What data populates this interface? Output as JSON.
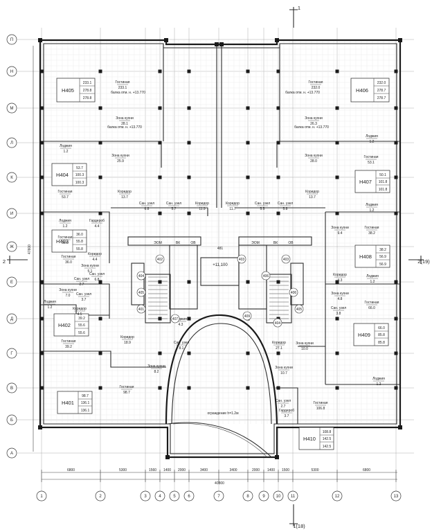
{
  "axes": {
    "numbers": [
      "1",
      "2",
      "3",
      "4",
      "5",
      "6",
      "7",
      "8",
      "9",
      "10",
      "11",
      "12",
      "13"
    ],
    "letters": [
      "П",
      "Н",
      "М",
      "Л",
      "К",
      "И",
      "Ж",
      "Е",
      "Д",
      "Г",
      "В",
      "Б",
      "А"
    ]
  },
  "dimensions": {
    "segments": [
      "6800",
      "5300",
      "1560",
      "1400",
      "2000",
      "3400",
      "3400",
      "2000",
      "1400",
      "1500",
      "5300",
      "6800"
    ],
    "total": "40800",
    "vertical_total": "47600"
  },
  "section_marks": {
    "top": "1",
    "bottom": "1(18)",
    "left": "2",
    "right": "2(19)"
  },
  "level_mark": "+11,100",
  "apartments": [
    {
      "id": "Н405",
      "a": "233.1",
      "b": "278.8",
      "c": "278.8"
    },
    {
      "id": "Н406",
      "a": "232.0",
      "b": "278.7",
      "c": "278.7"
    },
    {
      "id": "Н404",
      "a": "53.7",
      "b": "100.3",
      "c": "100.3"
    },
    {
      "id": "Н407",
      "a": "50.1",
      "b": "101.8",
      "c": "101.8"
    },
    {
      "id": "Н403",
      "a": "36.0",
      "b": "55.8",
      "c": "55.8"
    },
    {
      "id": "Н408",
      "a": "38.2",
      "b": "56.9",
      "c": "56.9"
    },
    {
      "id": "Н402",
      "a": "39.2",
      "b": "55.6",
      "c": "55.6"
    },
    {
      "id": "Н409",
      "a": "66.0",
      "b": "85.8",
      "c": "85.8"
    },
    {
      "id": "Н401",
      "a": "98.7",
      "b": "136.1",
      "c": "136.1"
    },
    {
      "id": "Н410",
      "a": "108.8",
      "b": "142.5",
      "c": "142.5"
    }
  ],
  "rooms": [
    {
      "name": "Гостиная",
      "area": "233.1"
    },
    {
      "name": "балка отм. н. +13.770",
      "area": ""
    },
    {
      "name": "Зона кухни",
      "area": "28.1"
    },
    {
      "name": "балка отм. н. +13.770",
      "area": ""
    },
    {
      "name": "Гостиная",
      "area": "232.0"
    },
    {
      "name": "балка отм. н. +13.770",
      "area": ""
    },
    {
      "name": "Зона кухни",
      "area": "26.3"
    },
    {
      "name": "балка отм. н. +13.770",
      "area": ""
    },
    {
      "name": "Лоджия",
      "area": "1.2"
    },
    {
      "name": "Лоджия",
      "area": "1.2"
    },
    {
      "name": "Зона кухни",
      "area": "25.9"
    },
    {
      "name": "Зона кухни",
      "area": "28.0"
    },
    {
      "name": "Гостиная",
      "area": "53.7"
    },
    {
      "name": "Гостиная",
      "area": "53.1"
    },
    {
      "name": "Коридор",
      "area": "13.7"
    },
    {
      "name": "Сан. узел",
      "area": "6.8"
    },
    {
      "name": "Сан. узел",
      "area": "5.7"
    },
    {
      "name": "Коридор",
      "area": "11.9"
    },
    {
      "name": "Коридор",
      "area": "11.7"
    },
    {
      "name": "Сан. узел",
      "area": "5.5"
    },
    {
      "name": "Сан. узел",
      "area": "5.8"
    },
    {
      "name": "Коридор",
      "area": "13.7"
    },
    {
      "name": "Лоджия",
      "area": "1.2"
    },
    {
      "name": "Лоджия",
      "area": "1.2"
    },
    {
      "name": "Гардероб",
      "area": "4.4"
    },
    {
      "name": "Зона кухни",
      "area": "9.4"
    },
    {
      "name": "Гостиная",
      "area": "38.2"
    },
    {
      "name": "Гостиная",
      "area": "36.0"
    },
    {
      "name": "Коридор",
      "area": "4.4"
    },
    {
      "name": "Сан. узел",
      "area": "6.8"
    },
    {
      "name": "Гостиная",
      "area": "36.0"
    },
    {
      "name": "Зона кухни",
      "area": "5.1"
    },
    {
      "name": "Сан. узел",
      "area": "2.7"
    },
    {
      "name": "Коридор",
      "area": "4.3"
    },
    {
      "name": "Лоджия",
      "area": "1.2"
    },
    {
      "name": "Зона кухни",
      "area": "7.0"
    },
    {
      "name": "Сан. узел",
      "area": "3.7"
    },
    {
      "name": "Лоджия",
      "area": "1.2"
    },
    {
      "name": "Коридор",
      "area": "4.5"
    },
    {
      "name": "Зона кухни",
      "area": "4.8"
    },
    {
      "name": "Сан. узел",
      "area": "3.8"
    },
    {
      "name": "Гостиная",
      "area": "66.0"
    },
    {
      "name": "Гостиная",
      "area": "39.2"
    },
    {
      "name": "Коридор",
      "area": "18.9"
    },
    {
      "name": "Лоджия",
      "area": "4.3"
    },
    {
      "name": "Сан. узел",
      "area": "8.1"
    },
    {
      "name": "Коридор",
      "area": "27.1"
    },
    {
      "name": "Зона кухни",
      "area": "10.0"
    },
    {
      "name": "Зона кухни",
      "area": "8.2"
    },
    {
      "name": "Зона кухни",
      "area": "10.7"
    },
    {
      "name": "Гостиная",
      "area": "98.7"
    },
    {
      "name": "Лоджия",
      "area": "1.2"
    },
    {
      "name": "Сан. узел",
      "area": "2.7"
    },
    {
      "name": "Гардероб",
      "area": "3.7"
    },
    {
      "name": "Гостиная",
      "area": "106.8"
    },
    {
      "name": "ограждение h=1.2м",
      "area": ""
    }
  ],
  "shafts": [
    "402",
    "403",
    "404",
    "405",
    "401",
    "403",
    "406",
    "409",
    "404",
    "405",
    "406",
    "407"
  ],
  "core_labels": [
    "ЭОМ",
    "ВК",
    "ОВ",
    "481",
    "ЭОМ",
    "ВК",
    "ОВ"
  ]
}
